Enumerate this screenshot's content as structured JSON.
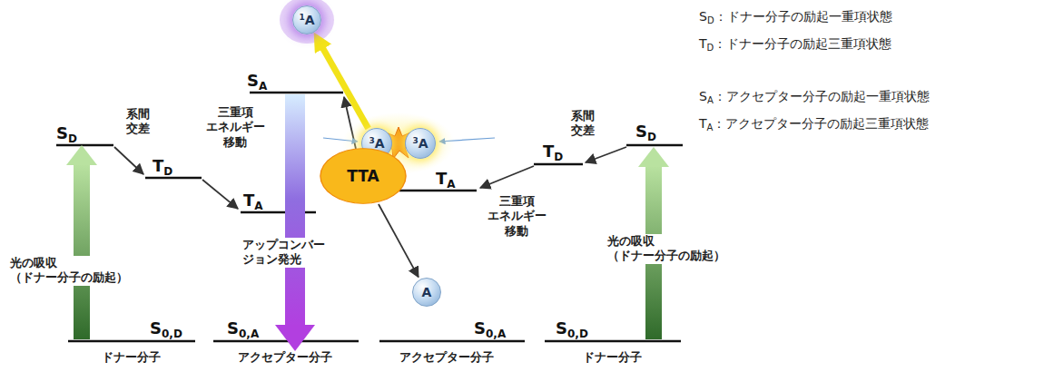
{
  "diagram": {
    "nodes": [
      {
        "text": [
          "1A"
        ]
      },
      {
        "text": [
          "3A"
        ]
      },
      {
        "text": [
          "3A"
        ]
      },
      {
        "text": [
          "TTA"
        ]
      },
      {
        "text": [
          "A"
        ]
      }
    ],
    "edges": [
      {
        "from": 1,
        "to": 0,
        "arrow": "to"
      },
      {
        "from": 3,
        "to": 4,
        "arrow": "to"
      }
    ],
    "labels": [
      "SD",
      "系間 交差",
      "TD",
      "三重項 エネルギー 移動",
      "TA",
      "SA",
      "光の吸収 （ドナー分子の励起）",
      "S0,D",
      "ドナー分子",
      "アップコンバー ジョン発光",
      "S0,A",
      "アクセプター分子",
      "S0,A",
      "アクセプター分子",
      "TA",
      "三重項 エネルギー 移動",
      "系間 交差",
      "TD",
      "SD",
      "光の吸収 （ドナー分子の励起）",
      "S0,D",
      "ドナー分子",
      "SD：ドナー分子の励起一重項状態",
      "TD：ドナー分子の励起三重項状態",
      "SA：アクセプター分子の励起一重項状態",
      "TA：アクセプター分子の励起三重項状態"
    ]
  }
}
